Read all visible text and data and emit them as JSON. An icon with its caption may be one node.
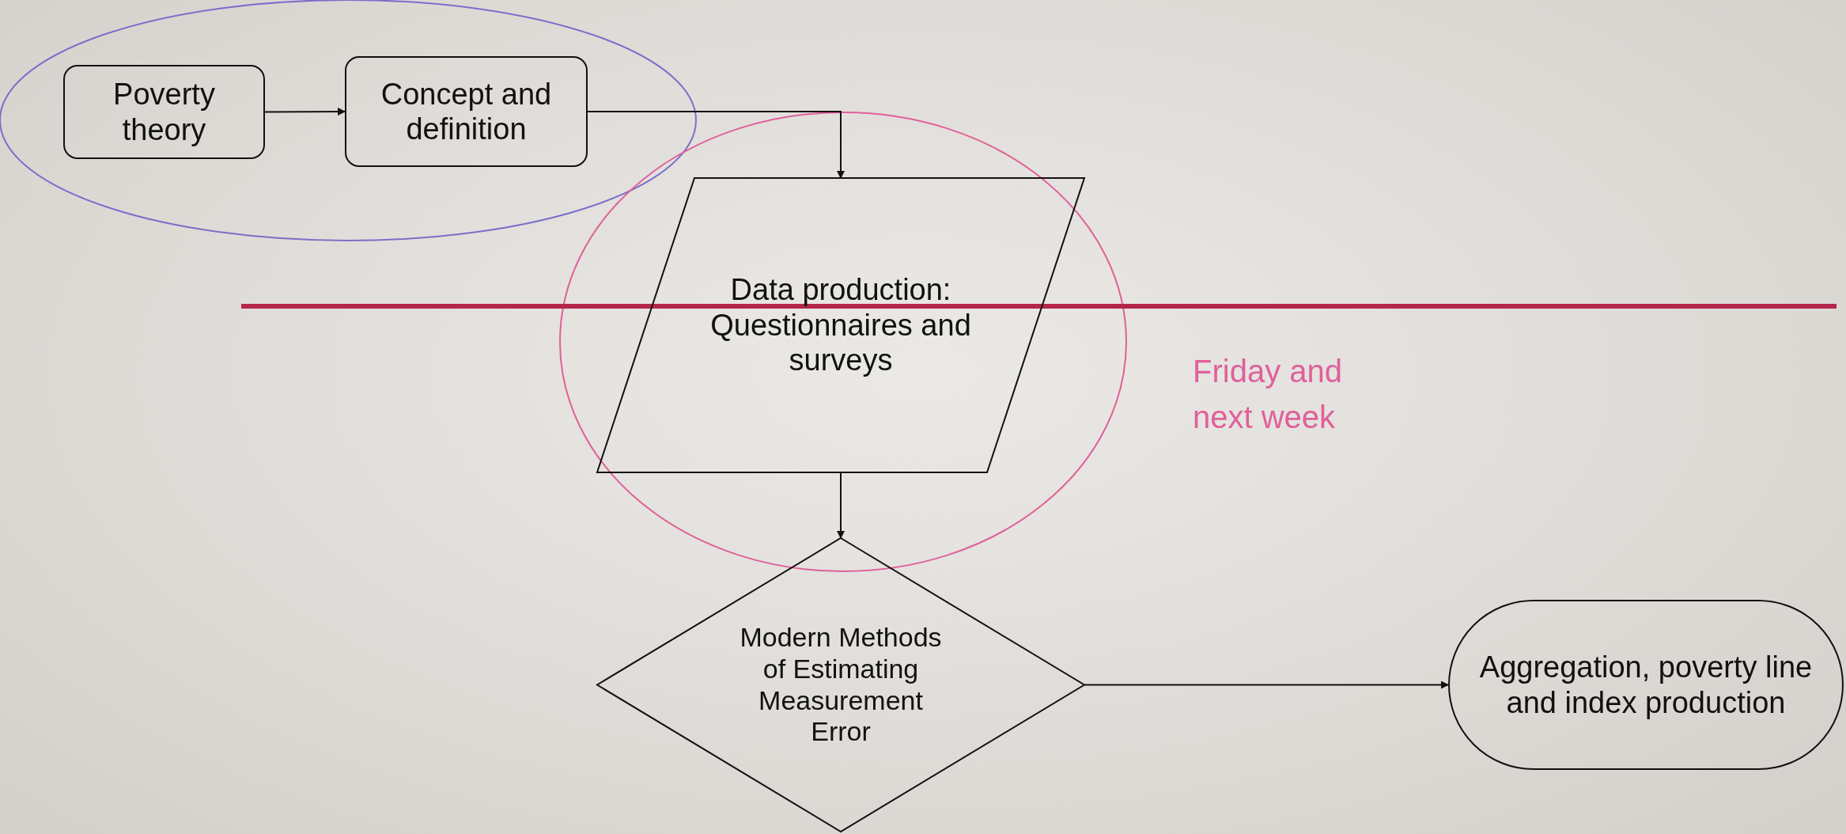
{
  "diagram": {
    "nodes": [
      {
        "text": [
          "Poverty theory"
        ]
      },
      {
        "text": [
          "Concept and definition"
        ]
      },
      {
        "text": [
          "Data production: Questionnaires and surveys"
        ]
      },
      {
        "text": [
          "Modern Methods of Estimating Measurement Error"
        ]
      },
      {
        "text": [
          "Aggregation, poverty line and index production"
        ]
      }
    ],
    "edges": [
      {
        "from": 0,
        "to": 1,
        "arrow": "to"
      },
      {
        "from": 1,
        "to": 2,
        "arrow": "to"
      },
      {
        "from": 2,
        "to": 3,
        "arrow": "to"
      },
      {
        "from": 3,
        "to": 4,
        "arrow": "to"
      }
    ],
    "labels": [
      "Friday and next week"
    ]
  }
}
